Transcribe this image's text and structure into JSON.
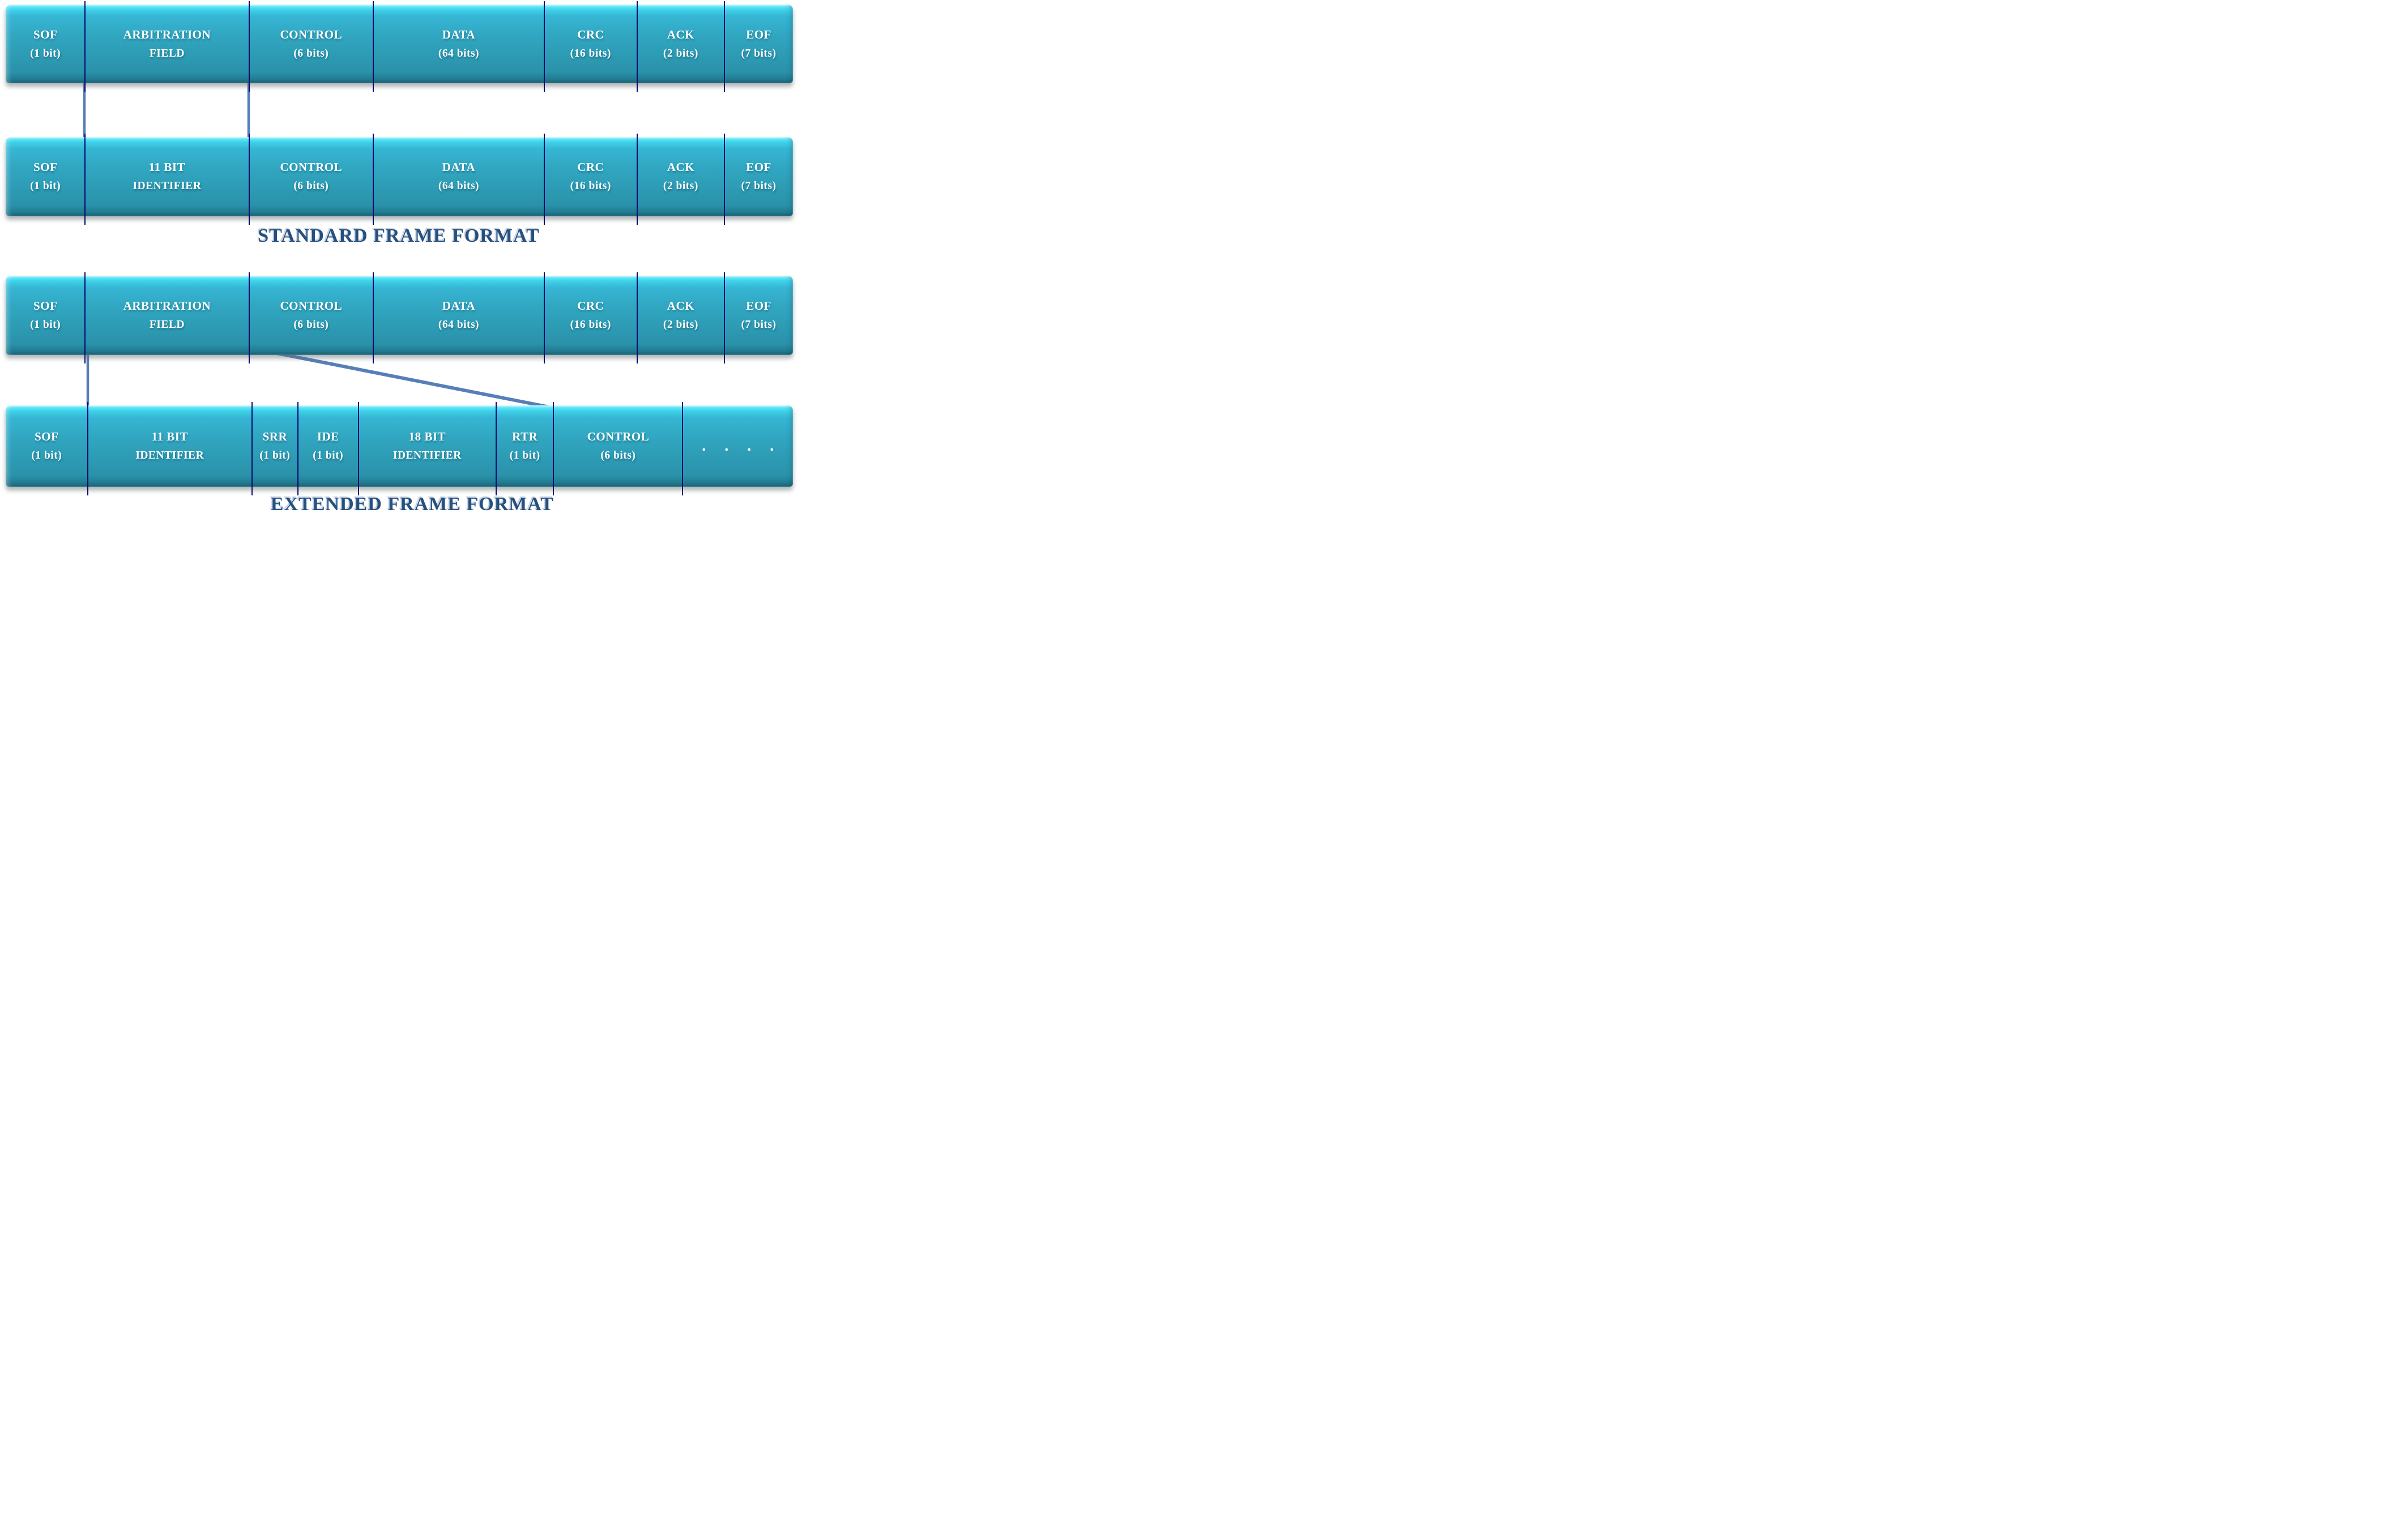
{
  "diagram": "CAN bus frame formats",
  "colors": {
    "bar_fill_teal": "#2fa3bd",
    "bar_top_highlight": "#55e6fa",
    "bar_bottom_edge": "#145f72",
    "segment_divider_navy": "#0a0a70",
    "connector_blue": "#567fb9",
    "title_navy": "#26507d",
    "segment_text": "#ffffff",
    "background": "#ffffff"
  },
  "standard": {
    "title": "STANDARD FRAME FORMAT",
    "overview": {
      "segments": [
        {
          "id": "sof",
          "label": "SOF",
          "sub": "(1 bit)",
          "w": 10.1
        },
        {
          "id": "arbitration-field",
          "label": "ARBITRATION",
          "sub": "FIELD",
          "w": 20.8
        },
        {
          "id": "control",
          "label": "CONTROL",
          "sub": "(6 bits)",
          "w": 15.8
        },
        {
          "id": "data",
          "label": "DATA",
          "sub": "(64 bits)",
          "w": 21.7
        },
        {
          "id": "crc",
          "label": "CRC",
          "sub": "(16 bits)",
          "w": 11.8
        },
        {
          "id": "ack",
          "label": "ACK",
          "sub": "(2 bits)",
          "w": 11.1
        },
        {
          "id": "eof",
          "label": "EOF",
          "sub": "(7 bits)",
          "w": 8.7
        }
      ]
    },
    "detail": {
      "segments": [
        {
          "id": "sof",
          "label": "SOF",
          "sub": "(1 bit)",
          "w": 10.1
        },
        {
          "id": "identifier-11bit",
          "label": "11 BIT",
          "sub": "IDENTIFIER",
          "w": 20.8
        },
        {
          "id": "control",
          "label": "CONTROL",
          "sub": "(6 bits)",
          "w": 15.8
        },
        {
          "id": "data",
          "label": "DATA",
          "sub": "(64 bits)",
          "w": 21.7
        },
        {
          "id": "crc",
          "label": "CRC",
          "sub": "(16 bits)",
          "w": 11.8
        },
        {
          "id": "ack",
          "label": "ACK",
          "sub": "(2 bits)",
          "w": 11.1
        },
        {
          "id": "eof",
          "label": "EOF",
          "sub": "(7 bits)",
          "w": 8.7
        }
      ]
    }
  },
  "extended": {
    "title": "EXTENDED FRAME FORMAT",
    "overview": {
      "segments": [
        {
          "id": "sof",
          "label": "SOF",
          "sub": "(1 bit)",
          "w": 10.1
        },
        {
          "id": "arbitration-field",
          "label": "ARBITRATION",
          "sub": "FIELD",
          "w": 20.8
        },
        {
          "id": "control",
          "label": "CONTROL",
          "sub": "(6 bits)",
          "w": 15.8
        },
        {
          "id": "data",
          "label": "DATA",
          "sub": "(64 bits)",
          "w": 21.7
        },
        {
          "id": "crc",
          "label": "CRC",
          "sub": "(16 bits)",
          "w": 11.8
        },
        {
          "id": "ack",
          "label": "ACK",
          "sub": "(2 bits)",
          "w": 11.1
        },
        {
          "id": "eof",
          "label": "EOF",
          "sub": "(7 bits)",
          "w": 8.7
        }
      ]
    },
    "detail": {
      "segments": [
        {
          "id": "sof",
          "label": "SOF",
          "sub": "(1 bit)",
          "w": 10.4
        },
        {
          "id": "identifier-11bit",
          "label": "11 BIT",
          "sub": "IDENTIFIER",
          "w": 20.9
        },
        {
          "id": "srr",
          "label": "SRR",
          "sub": "(1 bit)",
          "w": 5.8
        },
        {
          "id": "ide",
          "label": "IDE",
          "sub": "(1 bit)",
          "w": 7.7
        },
        {
          "id": "identifier-18bit",
          "label": "18 BIT",
          "sub": "IDENTIFIER",
          "w": 17.5
        },
        {
          "id": "rtr",
          "label": "RTR",
          "sub": "(1 bit)",
          "w": 7.3
        },
        {
          "id": "control",
          "label": "CONTROL",
          "sub": "(6 bits)",
          "w": 16.4
        },
        {
          "id": "continuation-dots",
          "label": ". . . .",
          "sub": "",
          "w": 14.0
        }
      ]
    }
  }
}
